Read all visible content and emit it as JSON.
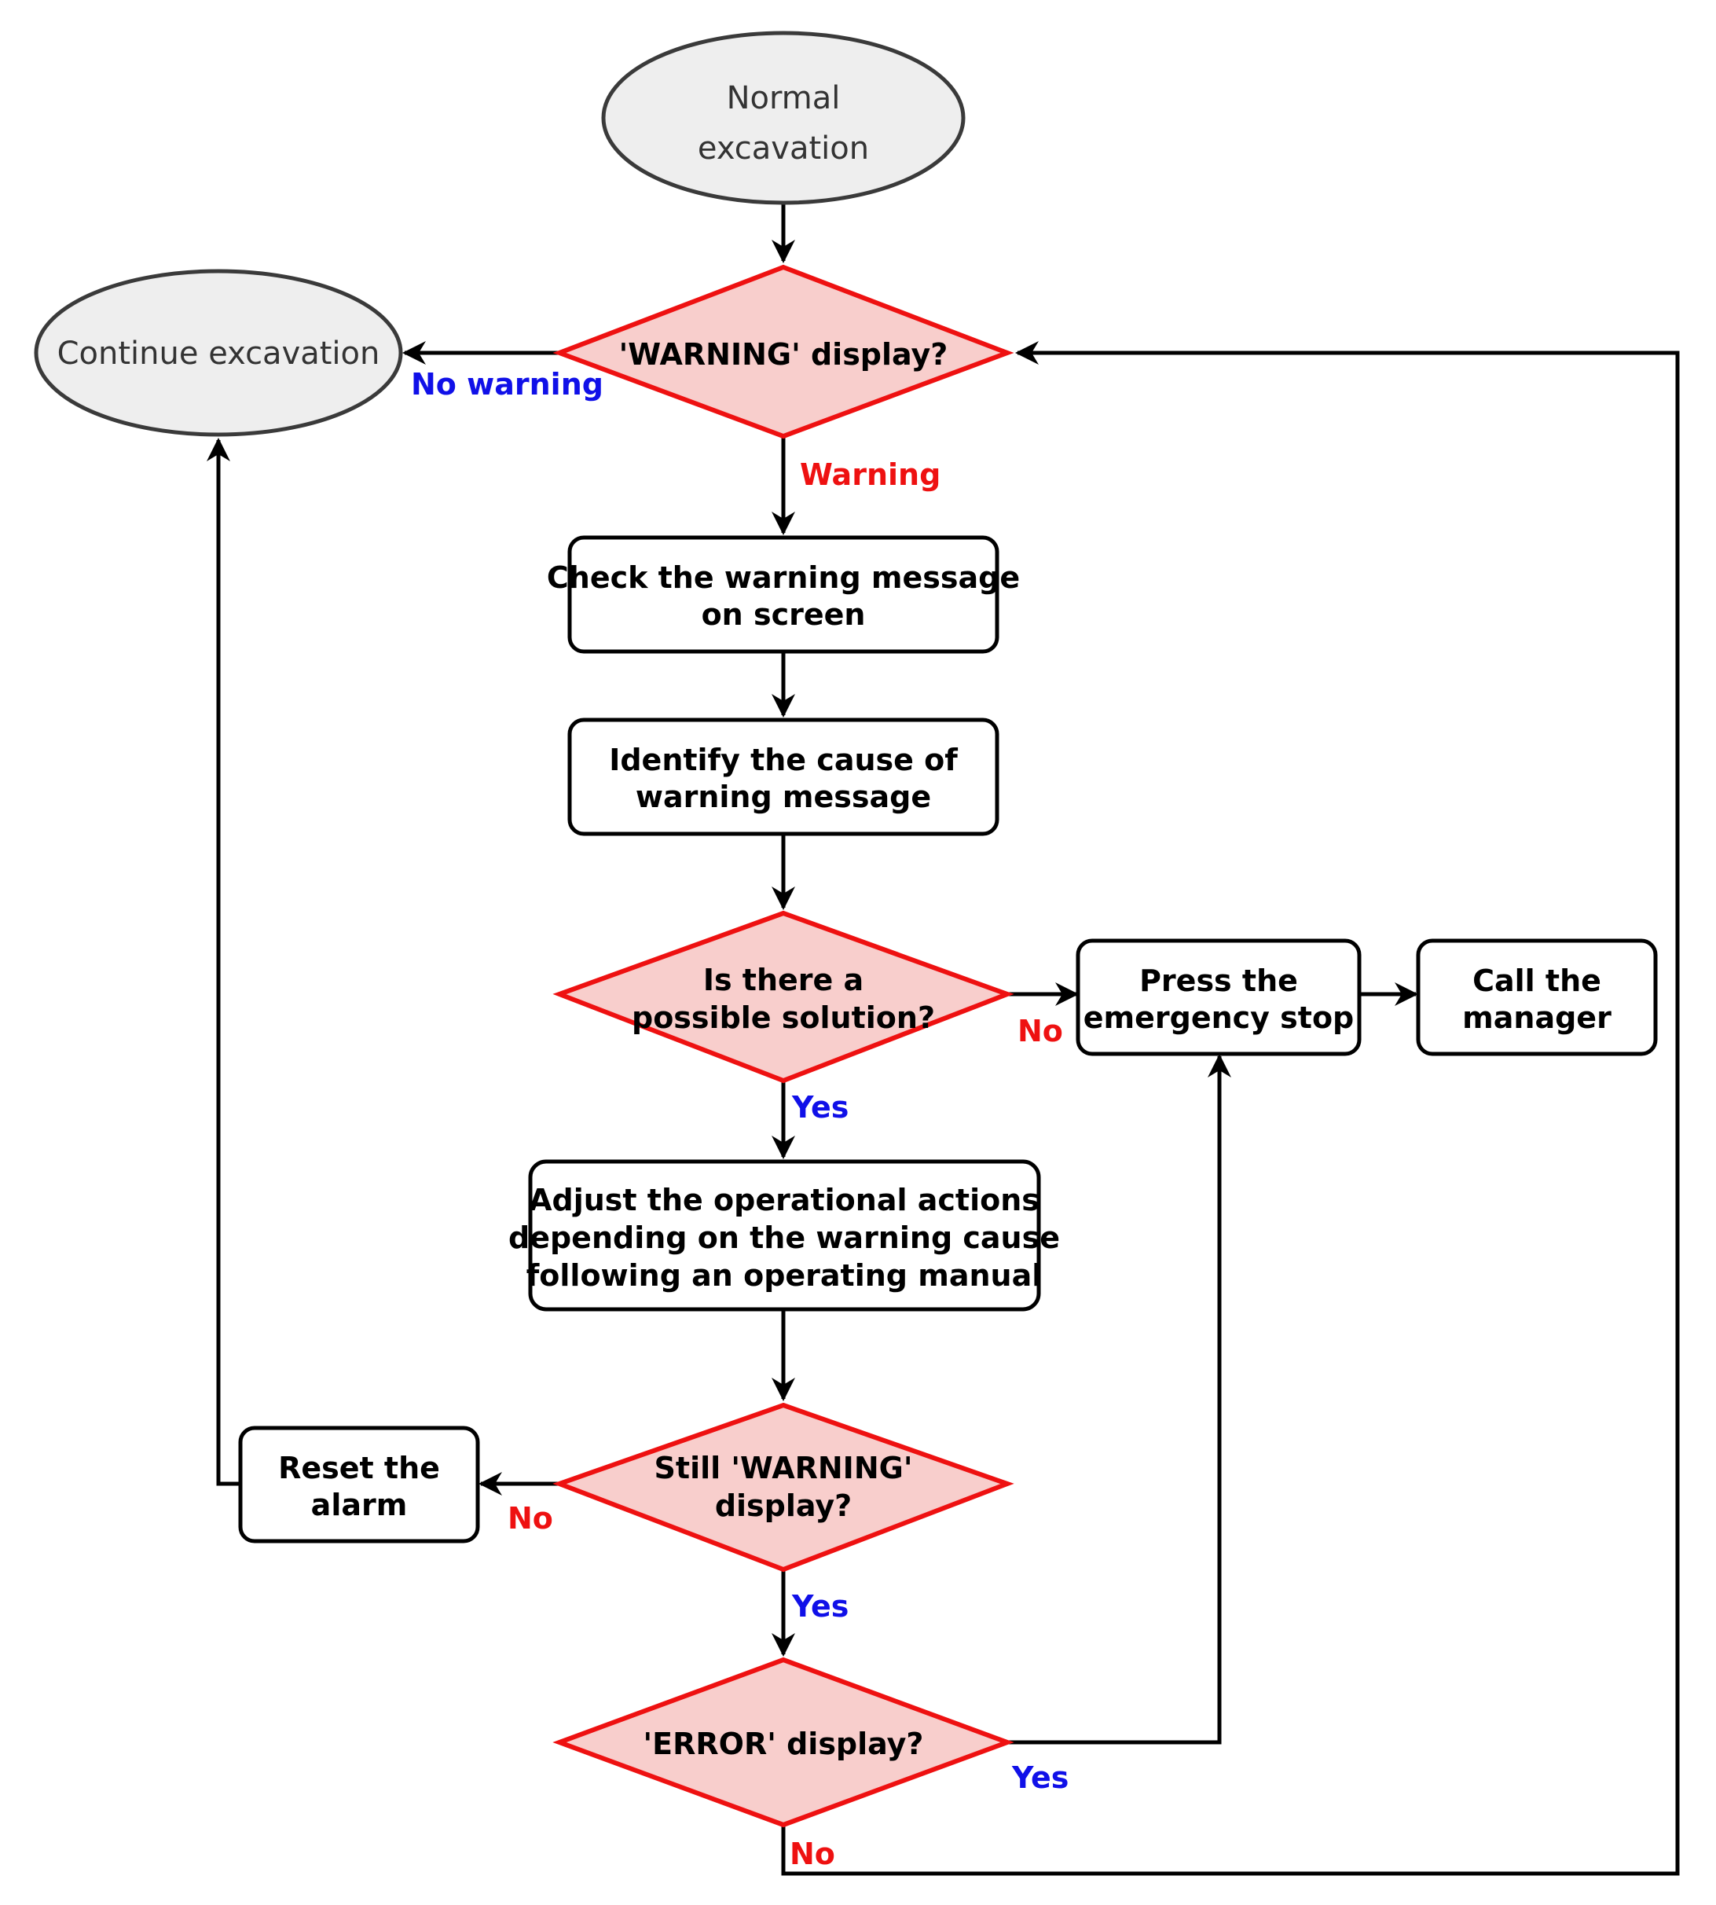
{
  "nodes": {
    "normal_excavation": {
      "lines": [
        "Normal",
        "excavation"
      ]
    },
    "continue_excavation": {
      "lines": [
        "Continue excavation"
      ]
    },
    "warning_display": {
      "lines": [
        "'WARNING' display?"
      ]
    },
    "check_message": {
      "lines": [
        "Check the warning message",
        "on screen"
      ]
    },
    "identify_cause": {
      "lines": [
        "Identify the cause of",
        "warning message"
      ]
    },
    "possible_solution": {
      "lines": [
        "Is there a",
        "possible solution?"
      ]
    },
    "emergency_stop": {
      "lines": [
        "Press the",
        "emergency stop"
      ]
    },
    "call_manager": {
      "lines": [
        "Call the",
        "manager"
      ]
    },
    "adjust_actions": {
      "lines": [
        "Adjust the operational actions",
        "depending on the warning cause",
        "following an operating manual"
      ]
    },
    "still_warning": {
      "lines": [
        "Still 'WARNING'",
        "display?"
      ]
    },
    "reset_alarm": {
      "lines": [
        "Reset the",
        "alarm"
      ]
    },
    "error_display": {
      "lines": [
        "'ERROR' display?"
      ]
    }
  },
  "edge_labels": {
    "no_warning": "No warning",
    "warning": "Warning",
    "solution_no": "No",
    "solution_yes": "Yes",
    "still_no": "No",
    "still_yes": "Yes",
    "error_yes": "Yes",
    "error_no": "No"
  },
  "colors": {
    "decision_fill": "#f8cecc",
    "decision_stroke": "#ee1111",
    "terminal_fill": "#eeeeee",
    "yes_label": "#1010e8",
    "no_label": "#ee1111"
  }
}
